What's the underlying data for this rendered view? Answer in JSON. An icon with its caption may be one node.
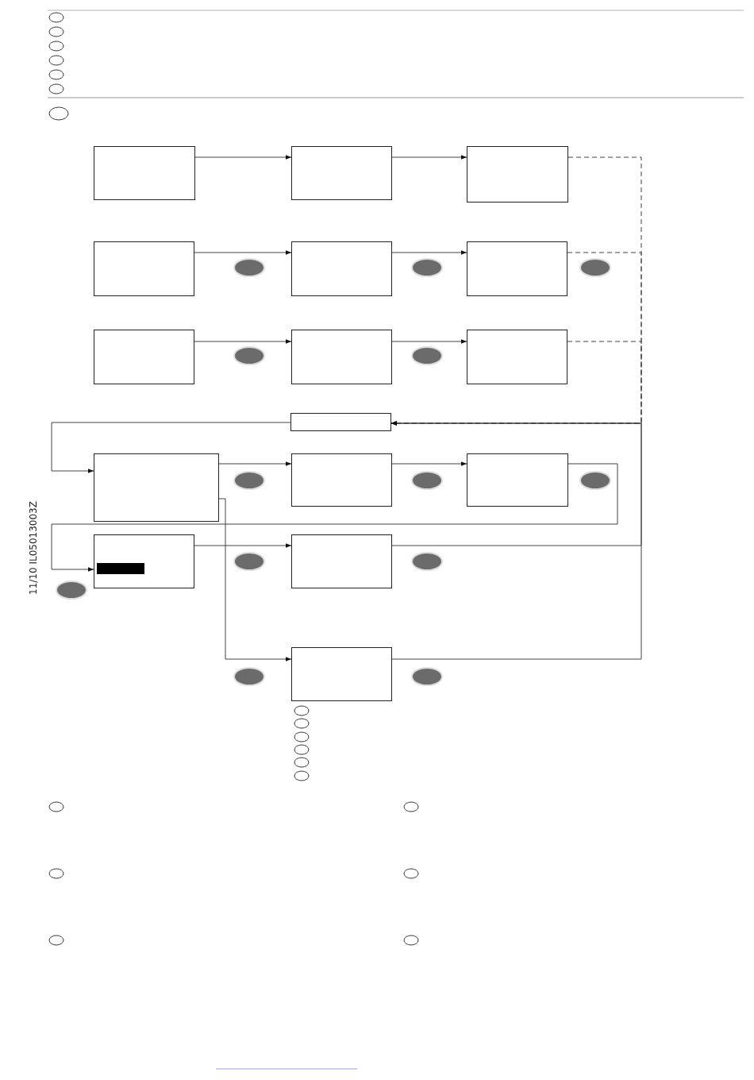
{
  "diagram": {
    "nodes": [
      {
        "text": [],
        "shape": "box"
      },
      {
        "text": [],
        "shape": "box"
      },
      {
        "text": [],
        "shape": "box"
      },
      {
        "text": [],
        "shape": "box"
      },
      {
        "text": [],
        "shape": "box"
      },
      {
        "text": [],
        "shape": "box"
      },
      {
        "text": [],
        "shape": "box"
      },
      {
        "text": [],
        "shape": "box"
      },
      {
        "text": [],
        "shape": "box"
      },
      {
        "text": [],
        "shape": "box"
      },
      {
        "text": [],
        "shape": "box"
      },
      {
        "text": [],
        "shape": "box"
      },
      {
        "text": [],
        "shape": "box"
      },
      {
        "text": [],
        "shape": "box"
      },
      {
        "text": [],
        "shape": "bar",
        "in": 13
      },
      {
        "text": [],
        "shape": "box"
      },
      {
        "text": [],
        "shape": "box"
      }
    ],
    "edges": [
      {
        "from": 0,
        "to": 1,
        "arrow": "to"
      },
      {
        "from": 1,
        "to": 2,
        "arrow": "to"
      },
      {
        "from": 2,
        "to": 9,
        "arrow": "to",
        "style": "dashed"
      },
      {
        "from": 3,
        "to": 4,
        "arrow": "to"
      },
      {
        "from": 4,
        "to": 5,
        "arrow": "to"
      },
      {
        "from": 5,
        "to": 9,
        "arrow": "to",
        "style": "dashed"
      },
      {
        "from": 6,
        "to": 7,
        "arrow": "to"
      },
      {
        "from": 7,
        "to": 8,
        "arrow": "to"
      },
      {
        "from": 8,
        "to": 9,
        "arrow": "to",
        "style": "dashed"
      },
      {
        "from": 9,
        "to": 10,
        "arrow": "to"
      },
      {
        "from": 10,
        "to": 11,
        "arrow": "to"
      },
      {
        "from": 11,
        "to": 12,
        "arrow": "to"
      },
      {
        "from": 12,
        "to": 13,
        "arrow": "to"
      },
      {
        "from": 10,
        "to": 16,
        "arrow": "to"
      },
      {
        "from": 13,
        "to": 15,
        "arrow": "to"
      },
      {
        "from": 15,
        "to": 9,
        "arrow": "to"
      },
      {
        "from": 16,
        "to": 9,
        "arrow": "to"
      }
    ],
    "labels": [
      "11/10 IL05013003Z"
    ]
  }
}
